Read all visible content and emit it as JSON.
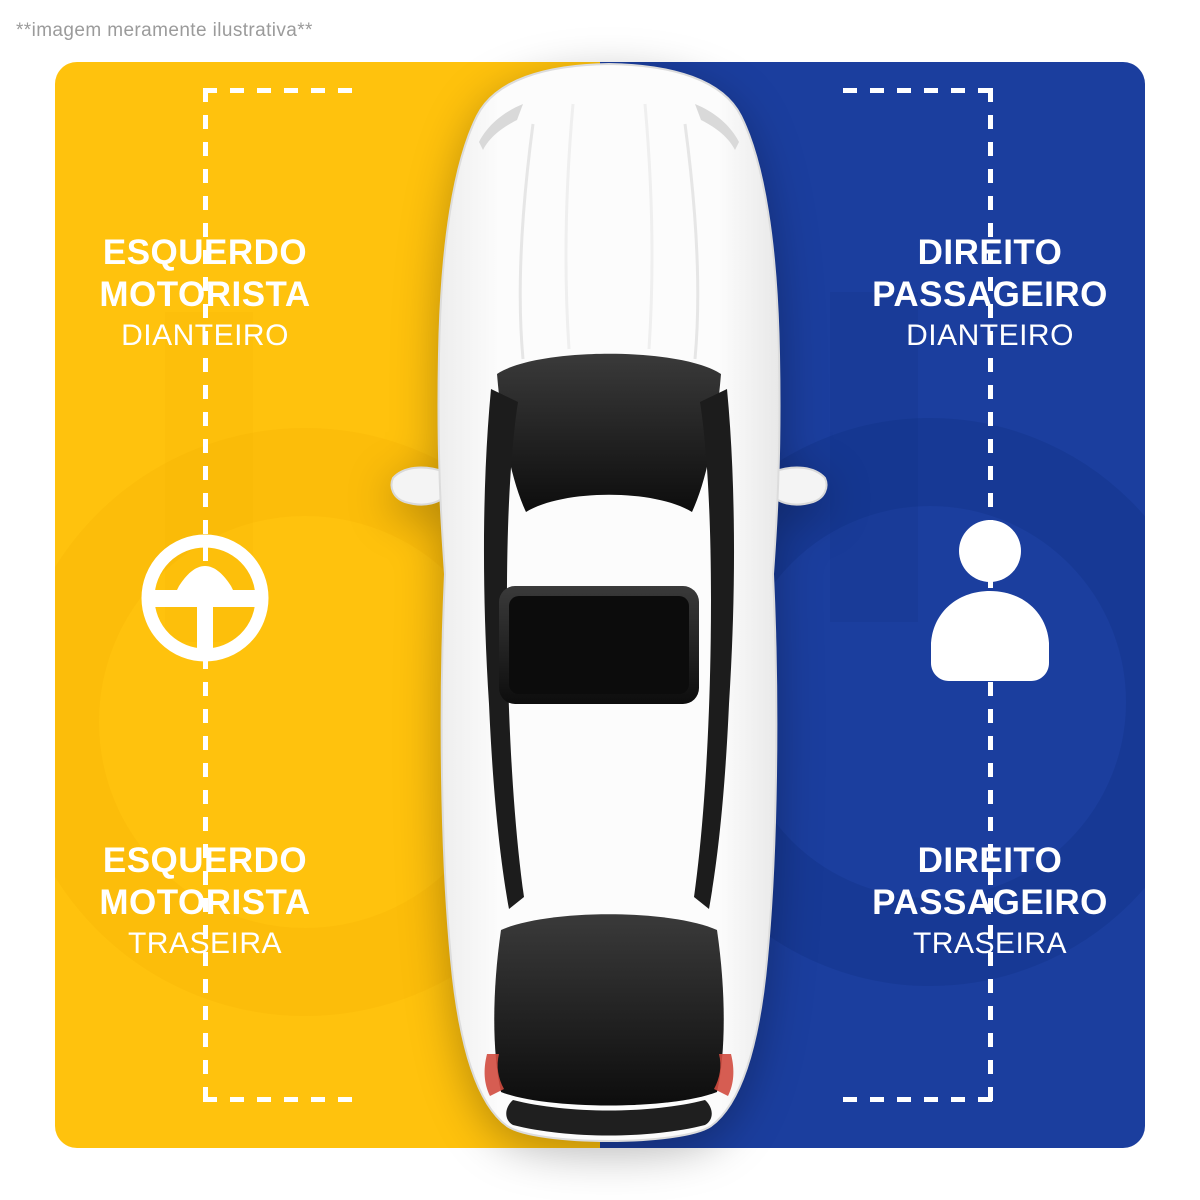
{
  "disclaimer": "**imagem meramente ilustrativa**",
  "colors": {
    "driver_side_yellow": "#FFC20D",
    "passenger_side_blue": "#1B3E9E",
    "label_text": "#FFFFFF",
    "disclaimer_text": "#9B9B9B"
  },
  "panel": {
    "left": {
      "side": "driver",
      "icon": "steering-wheel-icon",
      "front": {
        "line1": "ESQUERDO",
        "line2": "MOTORISTA",
        "line3": "DIANTEIRO"
      },
      "rear": {
        "line1": "ESQUERDO",
        "line2": "MOTORISTA",
        "line3": "TRASEIRA"
      }
    },
    "right": {
      "side": "passenger",
      "icon": "passenger-icon",
      "front": {
        "line1": "DIREITO",
        "line2": "PASSAGEIRO",
        "line3": "DIANTEIRO"
      },
      "rear": {
        "line1": "DIREITO",
        "line2": "PASSAGEIRO",
        "line3": "TRASEIRA"
      }
    }
  },
  "illustration": "white-car-top-view"
}
